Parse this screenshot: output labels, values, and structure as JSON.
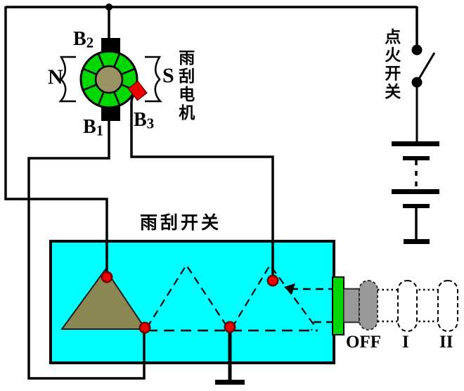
{
  "motor": {
    "name": "雨刮电机",
    "pole_left": "N",
    "pole_right": "S",
    "brush_top": {
      "base": "B",
      "sub": "2"
    },
    "brush_bottom": {
      "base": "B",
      "sub": "1"
    },
    "brush_third": {
      "base": "B",
      "sub": "3"
    }
  },
  "ignition_switch": {
    "name": "点火开关"
  },
  "wiper_switch": {
    "name": "雨刮开关",
    "positions": [
      {
        "label": "OFF"
      },
      {
        "label": "I"
      },
      {
        "label": "II"
      }
    ]
  },
  "colors": {
    "wire": "#000000",
    "switch_box_fill": "#00ffff",
    "armature_green": "#00d800",
    "connector_green": "#00d800",
    "rotor_core": "#9a9464",
    "wiper_arm_fill": "#8a8752",
    "contact_red": "#ee0000",
    "contact_ring": "#7c0000",
    "knob_gray": "#999999",
    "background": "#ffffff"
  }
}
